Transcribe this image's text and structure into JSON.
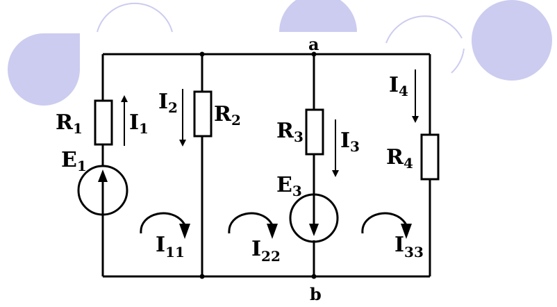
{
  "colors": {
    "background": "#ffffff",
    "decoration": "#ccccf0",
    "ink": "#000000"
  },
  "nodes": {
    "a": "a",
    "b": "b"
  },
  "resistors": {
    "r1": {
      "main": "R",
      "sub": "1"
    },
    "r2": {
      "main": "R",
      "sub": "2"
    },
    "r3": {
      "main": "R",
      "sub": "3"
    },
    "r4": {
      "main": "R",
      "sub": "4"
    }
  },
  "sources": {
    "e1": {
      "main": "E",
      "sub": "1"
    },
    "e3": {
      "main": "E",
      "sub": "3"
    }
  },
  "branch_currents": {
    "i1": {
      "main": "I",
      "sub": "1"
    },
    "i2": {
      "main": "I",
      "sub": "2"
    },
    "i3": {
      "main": "I",
      "sub": "3"
    },
    "i4": {
      "main": "I",
      "sub": "4"
    }
  },
  "loop_currents": {
    "i11": {
      "main": "I",
      "sub": "11"
    },
    "i22": {
      "main": "I",
      "sub": "22"
    },
    "i33": {
      "main": "I",
      "sub": "33"
    }
  }
}
